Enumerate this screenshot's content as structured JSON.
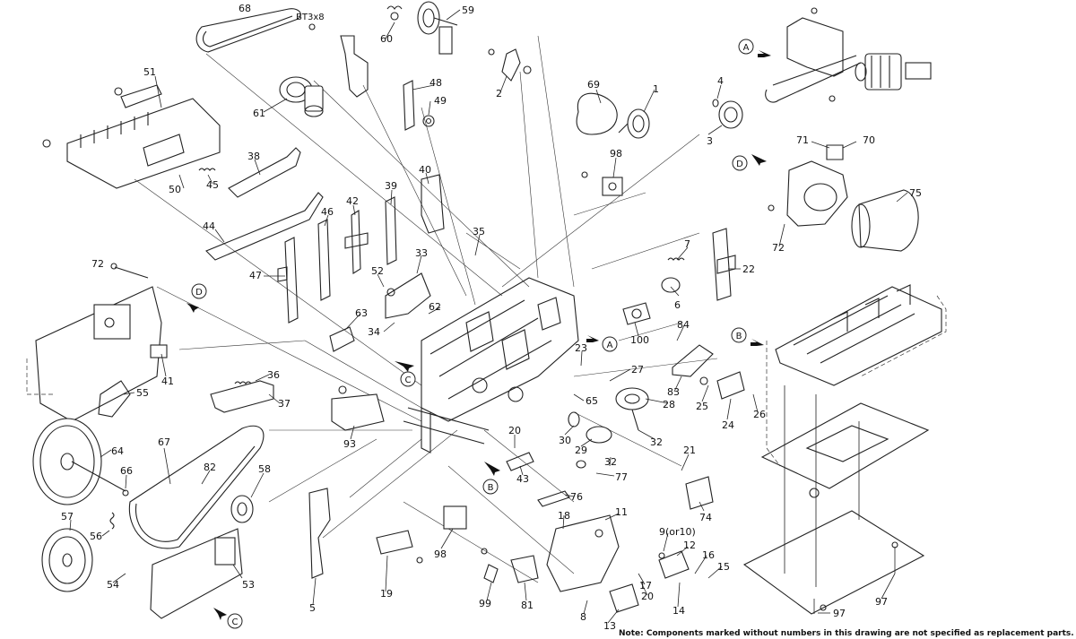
{
  "diagram": {
    "title": "Mechanism exploded view",
    "screw_label": "BT3x8",
    "note": "Note: Components marked without numbers in this drawing are not specified as replacement parts.",
    "reference_markers": [
      "A",
      "A",
      "B",
      "B",
      "C",
      "C",
      "D",
      "D"
    ],
    "callouts": [
      "68",
      "60",
      "59",
      "2",
      "69",
      "1",
      "4",
      "3",
      "71",
      "70",
      "51",
      "61",
      "48",
      "49",
      "98",
      "75",
      "38",
      "50",
      "45",
      "40",
      "39",
      "42",
      "46",
      "44",
      "35",
      "7",
      "22",
      "72",
      "47",
      "52",
      "33",
      "62",
      "6",
      "63",
      "34",
      "100",
      "84",
      "23",
      "27",
      "83",
      "25",
      "41",
      "36",
      "37",
      "65",
      "28",
      "26",
      "24",
      "55",
      "93",
      "30",
      "29",
      "32",
      "64",
      "67",
      "82",
      "58",
      "66",
      "20",
      "43",
      "32",
      "21",
      "77",
      "76",
      "74",
      "57",
      "56",
      "54",
      "53",
      "18",
      "11",
      "98",
      "12",
      "9(or10)",
      "16",
      "15",
      "17",
      "99",
      "81",
      "20",
      "14",
      "8",
      "13",
      "5",
      "19",
      "97",
      "97",
      "72"
    ]
  }
}
